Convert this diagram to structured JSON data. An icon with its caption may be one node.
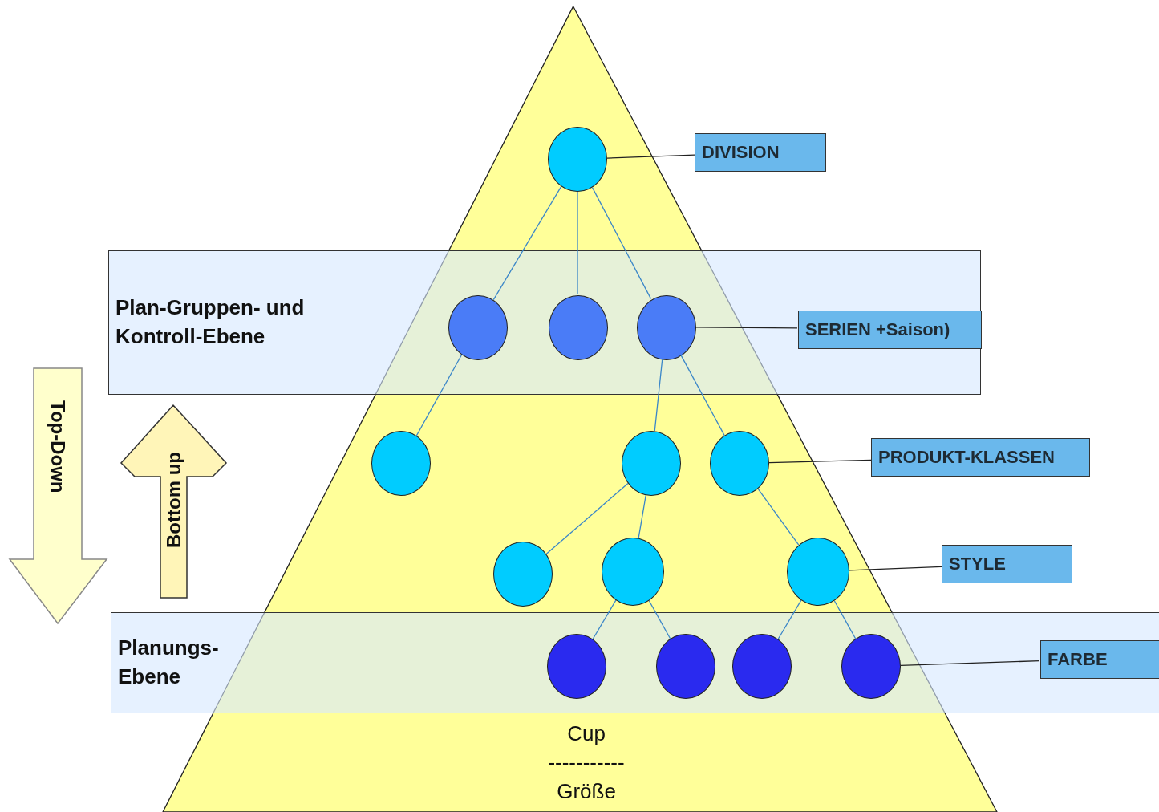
{
  "diagram": {
    "nodes": [
      {
        "text": [
          "Cup ----------- Größe"
        ]
      },
      {
        "text": [],
        "shape": "circle",
        "in": 0
      },
      {
        "text": [
          "DIVISION"
        ]
      },
      {
        "text": [
          "Plan-Gruppen- und Kontroll-Ebene"
        ]
      },
      {
        "text": [],
        "shape": "circle",
        "in": 3
      },
      {
        "text": [],
        "shape": "circle",
        "in": 3
      },
      {
        "text": [],
        "shape": "circle",
        "in": 3
      },
      {
        "text": [
          "SERIEN +Saison)"
        ],
        "in": 3
      },
      {
        "text": [
          "Top-Down"
        ]
      },
      {
        "text": [
          "Bottom up"
        ]
      },
      {
        "text": [],
        "shape": "circle",
        "in": 0
      },
      {
        "text": [],
        "shape": "circle",
        "in": 0
      },
      {
        "text": [],
        "shape": "circle",
        "in": 0
      },
      {
        "text": [
          "PRODUKT-KLASSEN"
        ]
      },
      {
        "text": [],
        "shape": "circle",
        "in": 0
      },
      {
        "text": [],
        "shape": "circle",
        "in": 0
      },
      {
        "text": [],
        "shape": "circle",
        "in": 0
      },
      {
        "text": [
          "STYLE"
        ]
      },
      {
        "text": [
          "Planungs- Ebene"
        ]
      },
      {
        "text": [],
        "shape": "circle"
      },
      {
        "text": [],
        "shape": "circle"
      },
      {
        "text": [],
        "shape": "circle"
      },
      {
        "text": [],
        "shape": "circle"
      },
      {
        "text": [
          "FARBE"
        ],
        "in": 18
      }
    ],
    "edges": [
      {
        "from": 1,
        "to": 4,
        "arrow": "none"
      },
      {
        "from": 1,
        "to": 5,
        "arrow": "none"
      },
      {
        "from": 1,
        "to": 6,
        "arrow": "none"
      },
      {
        "from": 1,
        "to": 2,
        "arrow": "none",
        "color": "#222222"
      },
      {
        "from": 6,
        "to": 7,
        "arrow": "none",
        "color": "#222222"
      },
      {
        "from": 4,
        "to": 10,
        "arrow": "none"
      },
      {
        "from": 6,
        "to": 11,
        "arrow": "none"
      },
      {
        "from": 6,
        "to": 12,
        "arrow": "none"
      },
      {
        "from": 12,
        "to": 13,
        "arrow": "none",
        "color": "#222222"
      },
      {
        "from": 11,
        "to": 14,
        "arrow": "none"
      },
      {
        "from": 11,
        "to": 15,
        "arrow": "none"
      },
      {
        "from": 12,
        "to": 16,
        "arrow": "none"
      },
      {
        "from": 16,
        "to": 17,
        "arrow": "none",
        "color": "#222222"
      },
      {
        "from": 15,
        "to": 19,
        "arrow": "none"
      },
      {
        "from": 15,
        "to": 20,
        "arrow": "none"
      },
      {
        "from": 16,
        "to": 21,
        "arrow": "none"
      },
      {
        "from": 16,
        "to": 22,
        "arrow": "none"
      },
      {
        "from": 22,
        "to": 23,
        "arrow": "none",
        "color": "#222222"
      }
    ]
  }
}
